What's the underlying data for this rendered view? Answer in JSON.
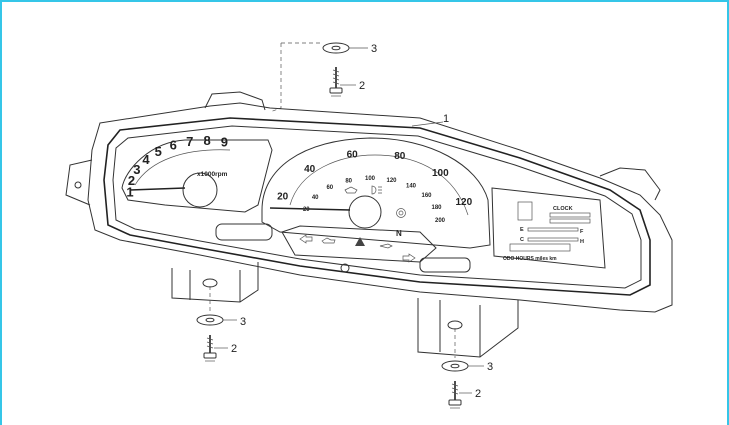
{
  "callouts": {
    "main": "1",
    "screw_top": "2",
    "washer_top": "3",
    "screw_left": "2",
    "washer_left": "3",
    "screw_right": "2",
    "washer_right": "3"
  },
  "tachometer": {
    "digits": [
      "1",
      "2",
      "3",
      "4",
      "5",
      "6",
      "7",
      "8",
      "9"
    ],
    "unit": "x1000rpm"
  },
  "speedometer": {
    "outer_labels": [
      "20",
      "40",
      "60",
      "80",
      "100",
      "120"
    ],
    "inner_labels": [
      "20",
      "40",
      "60",
      "80",
      "100",
      "120",
      "140",
      "160",
      "180",
      "200"
    ]
  },
  "lcd": {
    "clock_label": "CLOCK",
    "fuel_e": "E",
    "fuel_f": "F",
    "temp_c": "C",
    "temp_h": "H",
    "odo_label": "ODO HOURS miles km"
  },
  "indicators": {
    "neutral": "N"
  }
}
